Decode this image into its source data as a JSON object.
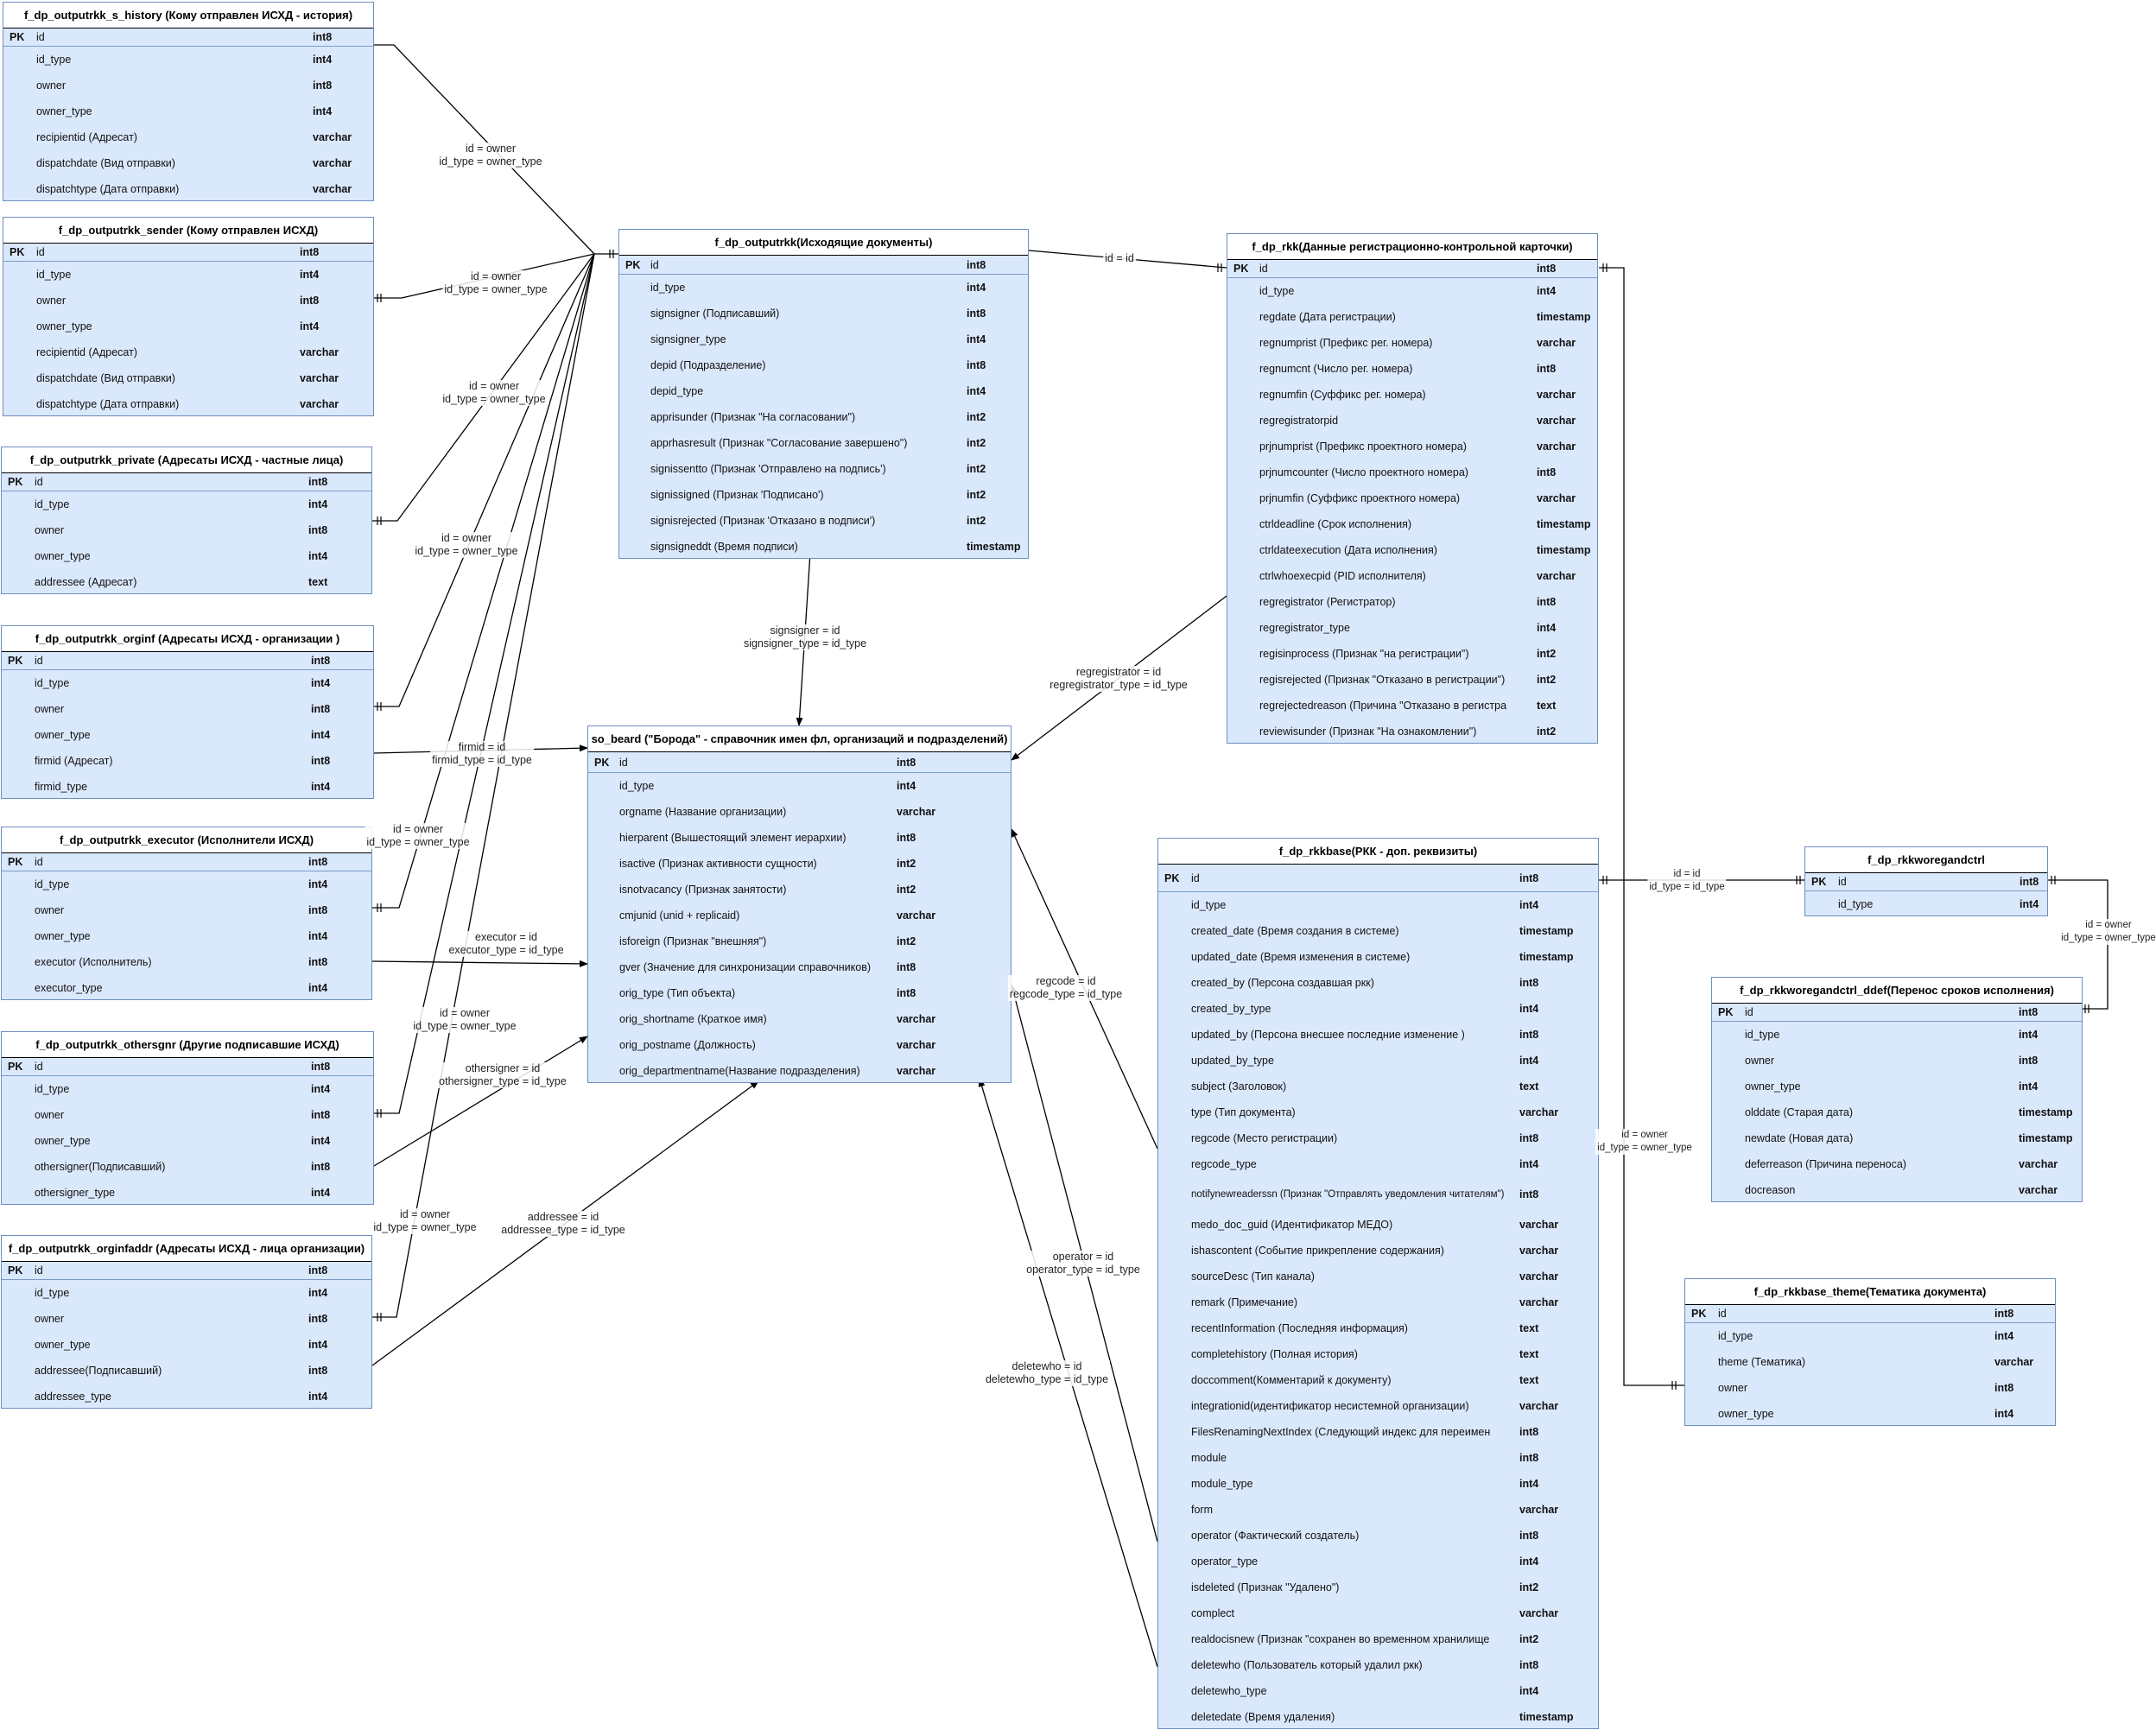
{
  "tables": [
    {
      "id": "s_history",
      "title": "f_dp_outputrkk_s_history (Кому отправлен ИСХД - история)",
      "columns": [
        {
          "key": "PK",
          "name": "id",
          "type": "int8"
        },
        {
          "name": "id_type",
          "type": "int4"
        },
        {
          "name": "owner",
          "type": "int8"
        },
        {
          "name": "owner_type",
          "type": "int4"
        },
        {
          "name": "recipientid (Адресат)",
          "type": "varchar"
        },
        {
          "name": "dispatchdate (Вид отправки)",
          "type": "varchar"
        },
        {
          "name": "dispatchtype (Дата отправки)",
          "type": "varchar"
        }
      ]
    },
    {
      "id": "sender",
      "title": "f_dp_outputrkk_sender (Кому отправлен ИСХД)",
      "columns": [
        {
          "key": "PK",
          "name": "id",
          "type": "int8"
        },
        {
          "name": "id_type",
          "type": "int4"
        },
        {
          "name": "owner",
          "type": "int8"
        },
        {
          "name": "owner_type",
          "type": "int4"
        },
        {
          "name": "recipientid (Адресат)",
          "type": "varchar"
        },
        {
          "name": "dispatchdate (Вид отправки)",
          "type": "varchar"
        },
        {
          "name": "dispatchtype (Дата отправки)",
          "type": "varchar"
        }
      ]
    },
    {
      "id": "private",
      "title": "f_dp_outputrkk_private (Адресаты ИСХД - частные лица)",
      "columns": [
        {
          "key": "PK",
          "name": "id",
          "type": "int8"
        },
        {
          "name": "id_type",
          "type": "int4"
        },
        {
          "name": "owner",
          "type": "int8"
        },
        {
          "name": "owner_type",
          "type": "int4"
        },
        {
          "name": "addressee (Адресат)",
          "type": "text"
        }
      ]
    },
    {
      "id": "orginf",
      "title": "f_dp_outputrkk_orginf (Адресаты ИСХД - организации )",
      "columns": [
        {
          "key": "PK",
          "name": "id",
          "type": "int8"
        },
        {
          "name": "id_type",
          "type": "int4"
        },
        {
          "name": "owner",
          "type": "int8"
        },
        {
          "name": "owner_type",
          "type": "int4"
        },
        {
          "name": "firmid (Адресат)",
          "type": "int8"
        },
        {
          "name": "firmid_type",
          "type": "int4"
        }
      ]
    },
    {
      "id": "executor",
      "title": "f_dp_outputrkk_executor (Исполнители ИСХД)",
      "columns": [
        {
          "key": "PK",
          "name": "id",
          "type": "int8"
        },
        {
          "name": "id_type",
          "type": "int4"
        },
        {
          "name": "owner",
          "type": "int8"
        },
        {
          "name": "owner_type",
          "type": "int4"
        },
        {
          "name": "executor (Исполнитель)",
          "type": "int8"
        },
        {
          "name": "executor_type",
          "type": "int4"
        }
      ]
    },
    {
      "id": "othersgnr",
      "title": "f_dp_outputrkk_othersgnr (Другие подписавшие ИСХД)",
      "columns": [
        {
          "key": "PK",
          "name": "id",
          "type": "int8"
        },
        {
          "name": "id_type",
          "type": "int4"
        },
        {
          "name": "owner",
          "type": "int8"
        },
        {
          "name": "owner_type",
          "type": "int4"
        },
        {
          "name": "othersigner(Подписавший)",
          "type": "int8"
        },
        {
          "name": "othersigner_type",
          "type": "int4"
        }
      ]
    },
    {
      "id": "orginfaddr",
      "title": "f_dp_outputrkk_orginfaddr (Адресаты ИСХД - лица организации)",
      "columns": [
        {
          "key": "PK",
          "name": "id",
          "type": "int8"
        },
        {
          "name": "id_type",
          "type": "int4"
        },
        {
          "name": "owner",
          "type": "int8"
        },
        {
          "name": "owner_type",
          "type": "int4"
        },
        {
          "name": "addressee(Подписавший)",
          "type": "int8"
        },
        {
          "name": "addressee_type",
          "type": "int4"
        }
      ]
    },
    {
      "id": "outputrkk",
      "title": "f_dp_outputrkk(Исходящие  документы)",
      "columns": [
        {
          "key": "PK",
          "name": "id",
          "type": "int8"
        },
        {
          "name": "id_type",
          "type": "int4"
        },
        {
          "name": "signsigner (Подписавший)",
          "type": "int8"
        },
        {
          "name": "signsigner_type",
          "type": "int4"
        },
        {
          "name": "depid (Подразделение)",
          "type": "int8"
        },
        {
          "name": "depid_type",
          "type": "int4"
        },
        {
          "name": "apprisunder (Признак \"На согласовании\")",
          "type": "int2"
        },
        {
          "name": "apprhasresult (Признак \"Согласование завершено\")",
          "type": "int2"
        },
        {
          "name": "signissentto (Признак 'Отправлено на подпись')",
          "type": "int2"
        },
        {
          "name": "signissigned (Признак 'Подписано')",
          "type": "int2"
        },
        {
          "name": "signisrejected  (Признак 'Отказано в подписи')",
          "type": "int2"
        },
        {
          "name": "signsigneddt (Время подписи)",
          "type": "timestamp"
        }
      ]
    },
    {
      "id": "so_beard",
      "title": "so_beard (\"Борода\" - справочник имен фл, организаций и подразделений)",
      "columns": [
        {
          "key": "PK",
          "name": "id",
          "type": "int8"
        },
        {
          "name": "id_type",
          "type": "int4"
        },
        {
          "name": "orgname (Название организации)",
          "type": "varchar"
        },
        {
          "name": "hierparent (Вышестоящий элемент иерархии)",
          "type": "int8"
        },
        {
          "name": "isactive (Признак активности сущности)",
          "type": "int2"
        },
        {
          "name": "isnotvacancy (Признак занятости)",
          "type": "int2"
        },
        {
          "name": "cmjunid (unid + replicaid)",
          "type": "varchar"
        },
        {
          "name": "isforeign (Признак \"внешняя\")",
          "type": "int2"
        },
        {
          "name": "gver (Значение для синхронизации справочников)",
          "type": "int8"
        },
        {
          "name": "orig_type (Тип объекта)",
          "type": "int8"
        },
        {
          "name": "orig_shortname (Краткое имя)",
          "type": "varchar"
        },
        {
          "name": "orig_postname (Должность)",
          "type": "varchar"
        },
        {
          "name": "orig_departmentname(Название подразделения)",
          "type": "varchar"
        }
      ]
    },
    {
      "id": "rkk",
      "title": "f_dp_rkk(Данные регистрационно-контрольной карточки)",
      "columns": [
        {
          "key": "PK",
          "name": "id",
          "type": "int8"
        },
        {
          "name": "id_type",
          "type": "int4"
        },
        {
          "name": "regdate (Дата регистрации)",
          "type": "timestamp"
        },
        {
          "name": "regnumprist (Префикс рег. номера)",
          "type": "varchar"
        },
        {
          "name": "regnumcnt (Число рег. номера)",
          "type": "int8"
        },
        {
          "name": "regnumfin (Суффикс рег. номера)",
          "type": "varchar"
        },
        {
          "name": "regregistratorpid",
          "type": "varchar"
        },
        {
          "name": "prjnumprist (Префикс проектного номера)",
          "type": "varchar"
        },
        {
          "name": "prjnumcounter (Число проектного номера)",
          "type": "int8"
        },
        {
          "name": "prjnumfin (Суффикс проектного номера)",
          "type": "varchar"
        },
        {
          "name": "ctrldeadline (Срок исполнения)",
          "type": "timestamp"
        },
        {
          "name": "ctrldateexecution (Дата исполнения)",
          "type": "timestamp"
        },
        {
          "name": "ctrlwhoexecpid (PID исполнителя)",
          "type": "varchar"
        },
        {
          "name": "regregistrator (Регистратор)",
          "type": "int8"
        },
        {
          "name": "regregistrator_type",
          "type": "int4"
        },
        {
          "name": "regisinprocess (Признак \"на регистрации\")",
          "type": "int2"
        },
        {
          "name": "regisrejected (Признак \"Отказано в регистрации\")",
          "type": "int2"
        },
        {
          "name": "regrejectedreason (Причина \"Отказано в регистра",
          "type": "text"
        },
        {
          "name": "reviewisunder (Признак \"На ознакомлении\")",
          "type": "int2"
        }
      ]
    },
    {
      "id": "rkkbase",
      "title": "f_dp_rkkbase(РКК - доп. реквизиты)",
      "columns": [
        {
          "key": "PK",
          "name": "id",
          "type": "int8"
        },
        {
          "name": "id_type",
          "type": "int4"
        },
        {
          "name": "created_date (Время создания в системе)",
          "type": "timestamp"
        },
        {
          "name": "updated_date (Время изменения в системе)",
          "type": "timestamp"
        },
        {
          "name": "created_by (Персона создавшая ркк)",
          "type": "int8"
        },
        {
          "name": "created_by_type",
          "type": "int4"
        },
        {
          "name": "updated_by (Персона внесшее последние изменение )",
          "type": "int8"
        },
        {
          "name": "updated_by_type",
          "type": "int4"
        },
        {
          "name": "subject (Заголовок)",
          "type": "text"
        },
        {
          "name": "type (Тип документа)",
          "type": "varchar"
        },
        {
          "name": "regcode (Место регистрации)",
          "type": "int8"
        },
        {
          "name": "regcode_type",
          "type": "int4"
        },
        {
          "name": "notifynewreaderssn (Признак \"Отправлять уведомления читателям\")",
          "type": "int8",
          "tall": true
        },
        {
          "name": "medo_doc_guid (Идентификатор МЕДО)",
          "type": "varchar"
        },
        {
          "name": "ishascontent (Событие прикрепление содержания)",
          "type": "varchar"
        },
        {
          "name": "sourceDesc (Тип канала)",
          "type": "varchar"
        },
        {
          "name": "remark (Примечание)",
          "type": "varchar"
        },
        {
          "name": "recentInformation (Последняя информация)",
          "type": "text"
        },
        {
          "name": "completehistory (Полная история)",
          "type": "text"
        },
        {
          "name": "doccomment(Комментарий к документу)",
          "type": "text"
        },
        {
          "name": "integrationid(идентификатор несистемной организации)",
          "type": "varchar"
        },
        {
          "name": "FilesRenamingNextIndex (Следующий индекс для переимен",
          "type": "int8"
        },
        {
          "name": "module",
          "type": "int8"
        },
        {
          "name": "module_type",
          "type": "int4"
        },
        {
          "name": "form",
          "type": "varchar"
        },
        {
          "name": "operator (Фактический создатель)",
          "type": "int8"
        },
        {
          "name": "operator_type",
          "type": "int4"
        },
        {
          "name": "isdeleted (Признак \"Удалено\")",
          "type": "int2"
        },
        {
          "name": "complect",
          "type": "varchar"
        },
        {
          "name": "realdocisnew (Признак \"сохранен во временном хранилище",
          "type": "int2"
        },
        {
          "name": "deletewho (Пользователь который удалил ркк)",
          "type": "int8"
        },
        {
          "name": "deletewho_type",
          "type": "int4"
        },
        {
          "name": "deletedate (Время удаления)",
          "type": "timestamp"
        }
      ]
    },
    {
      "id": "woregandctrl",
      "title": "f_dp_rkkworegandctrl",
      "columns": [
        {
          "key": "PK",
          "name": "id",
          "type": "int8"
        },
        {
          "name": "id_type",
          "type": "int4"
        }
      ]
    },
    {
      "id": "ddef",
      "title": "f_dp_rkkworegandctrl_ddef(Перенос сроков исполнения)",
      "columns": [
        {
          "key": "PK",
          "name": "id",
          "type": "int8"
        },
        {
          "name": "id_type",
          "type": "int4"
        },
        {
          "name": "owner",
          "type": "int8"
        },
        {
          "name": "owner_type",
          "type": "int4"
        },
        {
          "name": "olddate (Старая дата)",
          "type": "timestamp"
        },
        {
          "name": "newdate (Новая дата)",
          "type": "timestamp"
        },
        {
          "name": "deferreason (Причина переноса)",
          "type": "varchar"
        },
        {
          "name": "docreason",
          "type": "varchar"
        }
      ]
    },
    {
      "id": "theme",
      "title": "f_dp_rkkbase_theme(Тематика документа)",
      "columns": [
        {
          "key": "PK",
          "name": "id",
          "type": "int8"
        },
        {
          "name": "id_type",
          "type": "int4"
        },
        {
          "name": "theme (Тематика)",
          "type": "varchar"
        },
        {
          "name": "owner",
          "type": "int8"
        },
        {
          "name": "owner_type",
          "type": "int4"
        }
      ]
    }
  ],
  "relations": [
    {
      "id": "r_hist",
      "lines": [
        "id = owner",
        "id_type = owner_type"
      ]
    },
    {
      "id": "r_sender",
      "lines": [
        "id = owner",
        "id_type = owner_type"
      ]
    },
    {
      "id": "r_private",
      "lines": [
        "id = owner",
        "id_type = owner_type"
      ]
    },
    {
      "id": "r_orginf",
      "lines": [
        "id = owner",
        "id_type = owner_type"
      ]
    },
    {
      "id": "r_firmid",
      "lines": [
        "firmid = id",
        "firmid_type = id_type"
      ]
    },
    {
      "id": "r_exec_owner",
      "lines": [
        "id = owner",
        "id_type = owner_type"
      ]
    },
    {
      "id": "r_executor",
      "lines": [
        "executor = id",
        "executor_type = id_type"
      ]
    },
    {
      "id": "r_othersgnr_owner",
      "lines": [
        "id = owner",
        "id_type = owner_type"
      ]
    },
    {
      "id": "r_othersigner",
      "lines": [
        "othersigner = id",
        "othersigner_type = id_type"
      ]
    },
    {
      "id": "r_orginfaddr_owner",
      "lines": [
        "id = owner",
        "id_type = owner_type"
      ]
    },
    {
      "id": "r_addressee",
      "lines": [
        "addressee = id",
        "addressee_type = id_type"
      ]
    },
    {
      "id": "r_rkk_output",
      "lines": [
        "id = id"
      ]
    },
    {
      "id": "r_signsigner",
      "lines": [
        "signsigner = id",
        "signsigner_type = id_type"
      ]
    },
    {
      "id": "r_regregistrator",
      "lines": [
        "regregistrator = id",
        "regregistrator_type = id_type"
      ]
    },
    {
      "id": "r_regcode",
      "lines": [
        "regcode = id",
        "regcode_type = id_type"
      ]
    },
    {
      "id": "r_operator",
      "lines": [
        "operator = id",
        "operator_type = id_type"
      ]
    },
    {
      "id": "r_deletewho",
      "lines": [
        "deletewho = id",
        "deletewho_type = id_type"
      ]
    },
    {
      "id": "r_woreg",
      "lines": [
        "id = id",
        "id_type = id_type"
      ]
    },
    {
      "id": "r_woreg_ddef",
      "lines": [
        "id = owner",
        "id_type = owner_type"
      ]
    },
    {
      "id": "r_theme",
      "lines": [
        "id = owner",
        "id_type = owner_type"
      ]
    }
  ],
  "colors": {
    "table_fill": "#dae8fc",
    "table_border": "#6c8ebf",
    "title_fill": "#ffffff",
    "line": "#000000"
  }
}
